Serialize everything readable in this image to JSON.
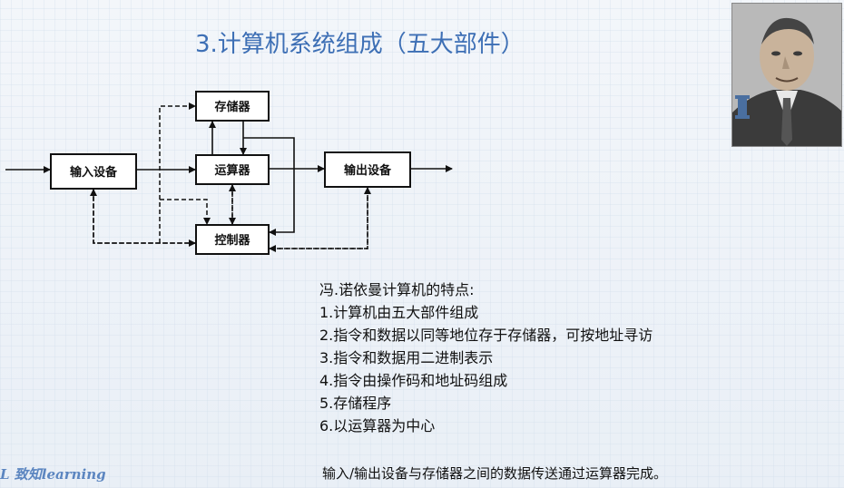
{
  "slide": {
    "title": "3.计算机系统组成（五大部件）",
    "logo_text": "L 致知learning"
  },
  "diagram": {
    "memory": "存储器",
    "input": "输入设备",
    "alu": "运算器",
    "output": "输出设备",
    "control": "控制器"
  },
  "features": {
    "heading": "冯.诺依曼计算机的特点:",
    "items": [
      "1.计算机由五大部件组成",
      "2.指令和数据以同等地位存于存储器，可按地址寻访",
      "3.指令和数据用二进制表示",
      "4.指令由操作码和地址码组成",
      "5.存储程序",
      "6.以运算器为中心"
    ]
  },
  "footer_note": "输入/输出设备与存储器之间的数据传送通过运算器完成。",
  "colors": {
    "title": "#3d6fb5",
    "logo": "#5b85c0"
  }
}
